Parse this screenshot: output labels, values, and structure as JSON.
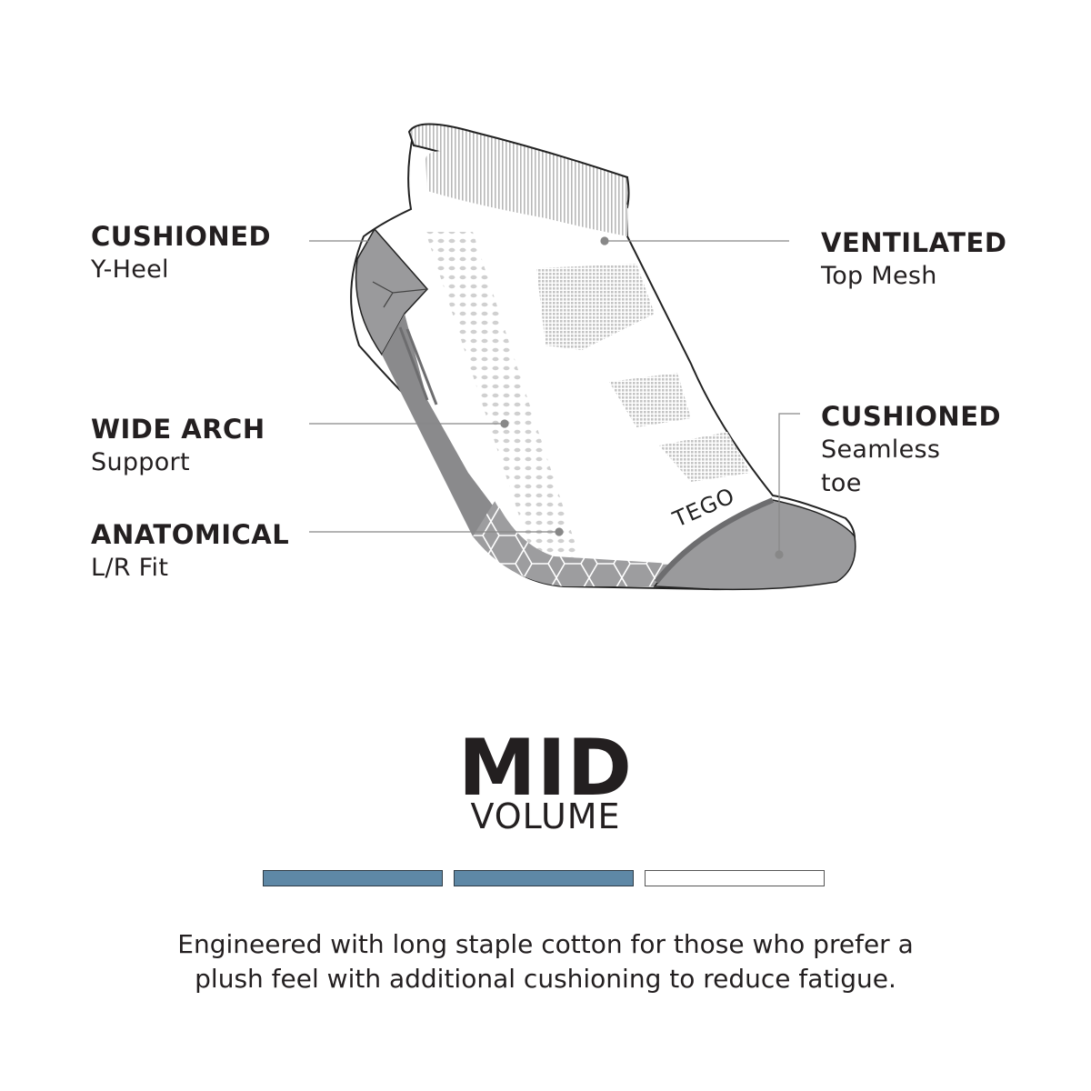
{
  "features": [
    {
      "title": "CUSHIONED",
      "subtitle": "Y-Heel"
    },
    {
      "title": "WIDE ARCH",
      "subtitle": "Support"
    },
    {
      "title": "ANATOMICAL",
      "subtitle": "L/R Fit"
    },
    {
      "title": "VENTILATED",
      "subtitle": "Top Mesh"
    },
    {
      "title": "CUSHIONED",
      "subtitle": "Seamless toe",
      "subtitle_lines": [
        "Seamless",
        "toe"
      ]
    }
  ],
  "sock": {
    "brand_text": "TEGO",
    "icon": "sock-illustration"
  },
  "volume": {
    "level": "MID",
    "label": "VOLUME",
    "bars_filled": 2,
    "bars_total": 3,
    "fill_color": "#5e88a6"
  },
  "description": "Engineered with long staple cotton for those who prefer a plush feel with additional cushioning to reduce fatigue.",
  "colors": {
    "gray": "#9a9a9c",
    "dark_gray": "#6d6d6f",
    "text": "#231f20"
  }
}
